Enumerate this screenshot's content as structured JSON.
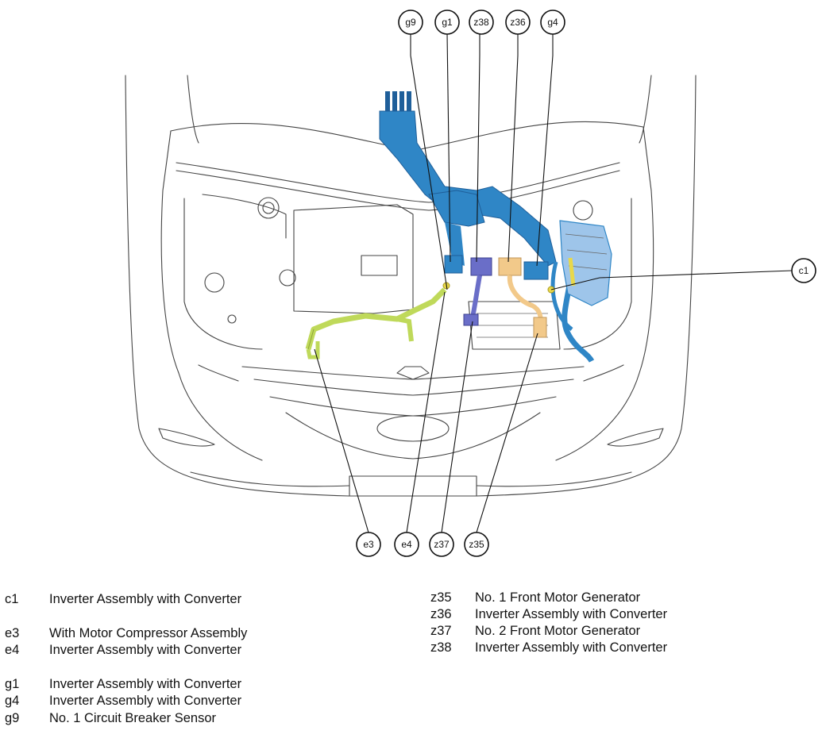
{
  "callouts_top": [
    "g9",
    "g1",
    "z38",
    "z36",
    "g4"
  ],
  "callouts_bottom": [
    "e3",
    "e4",
    "z37",
    "z35"
  ],
  "callout_right": "c1",
  "colors": {
    "harness_blue": "#2f86c6",
    "harness_blue_dark": "#1f5f9a",
    "harness_green": "#bfd95a",
    "harness_purple": "#6a6ec8",
    "harness_tan": "#f2c98a",
    "harness_yellow": "#e8d84a",
    "inverter_light_blue": "#9ec5ea",
    "outline": "#444444"
  },
  "legend": {
    "c1": {
      "code": "c1",
      "label": "Inverter Assembly with Converter"
    },
    "e3": {
      "code": "e3",
      "label": "With Motor Compressor Assembly"
    },
    "e4": {
      "code": "e4",
      "label": "Inverter Assembly with Converter"
    },
    "g1": {
      "code": "g1",
      "label": "Inverter Assembly with Converter"
    },
    "g4": {
      "code": "g4",
      "label": "Inverter Assembly with Converter"
    },
    "g9": {
      "code": "g9",
      "label": "No. 1 Circuit Breaker Sensor"
    },
    "z35": {
      "code": "z35",
      "label": "No. 1 Front Motor Generator"
    },
    "z36": {
      "code": "z36",
      "label": "Inverter Assembly with Converter"
    },
    "z37": {
      "code": "z37",
      "label": "No. 2 Front Motor Generator"
    },
    "z38": {
      "code": "z38",
      "label": "Inverter Assembly with Converter"
    }
  }
}
